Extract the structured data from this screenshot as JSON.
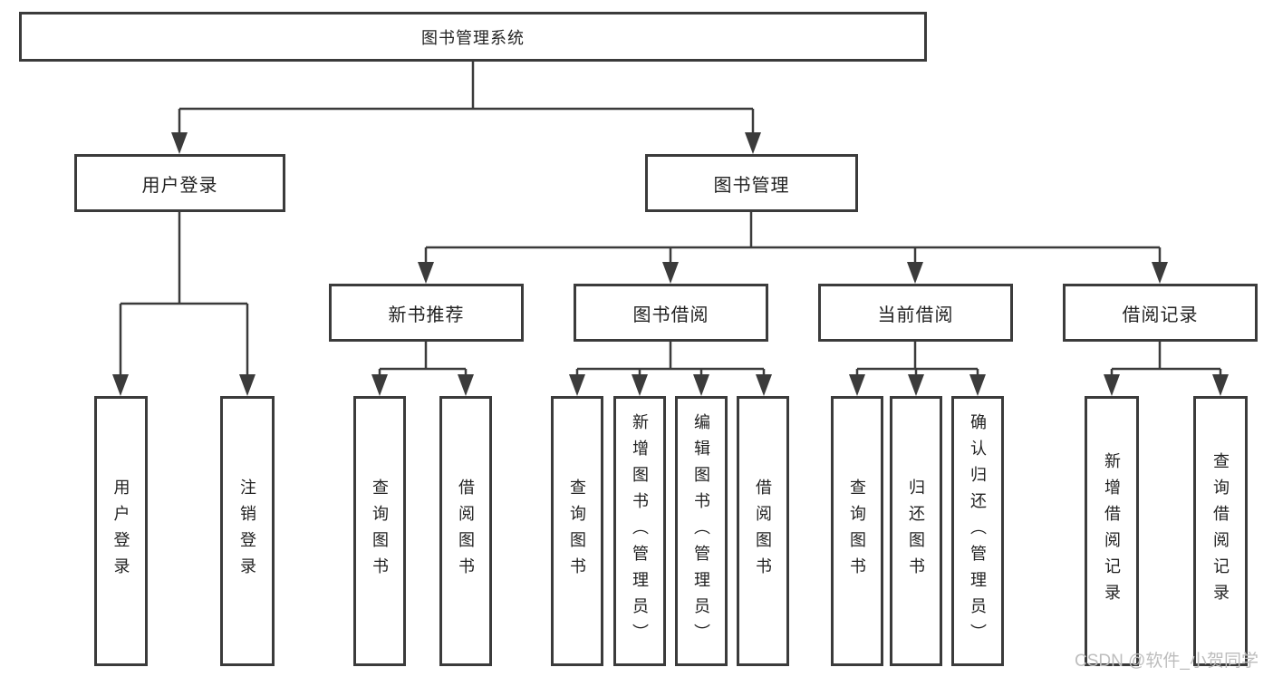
{
  "diagram": {
    "tree": {
      "root": {
        "label": "图书管理系统",
        "children": [
          {
            "label": "用户登录",
            "children": [
              {
                "label": "用户登录"
              },
              {
                "label": "注销登录"
              }
            ]
          },
          {
            "label": "图书管理",
            "children": [
              {
                "label": "新书推荐",
                "children": [
                  {
                    "label": "查询图书"
                  },
                  {
                    "label": "借阅图书"
                  }
                ]
              },
              {
                "label": "图书借阅",
                "children": [
                  {
                    "label": "查询图书"
                  },
                  {
                    "label": "新增图书（管理员）"
                  },
                  {
                    "label": "编辑图书（管理员）"
                  },
                  {
                    "label": "借阅图书"
                  }
                ]
              },
              {
                "label": "当前借阅",
                "children": [
                  {
                    "label": "查询图书"
                  },
                  {
                    "label": "归还图书"
                  },
                  {
                    "label": "确认归还（管理员）"
                  }
                ]
              },
              {
                "label": "借阅记录",
                "children": [
                  {
                    "label": "新增借阅记录"
                  },
                  {
                    "label": "查询借阅记录"
                  }
                ]
              }
            ]
          }
        ]
      }
    },
    "colors": {
      "line": "#3b3b3b",
      "box_border": "#3b3b3b",
      "text": "#222222",
      "background": "#ffffff",
      "watermark": "#bdbdbd"
    }
  },
  "watermark": {
    "text": "CSDN @软件_小贺同学"
  }
}
